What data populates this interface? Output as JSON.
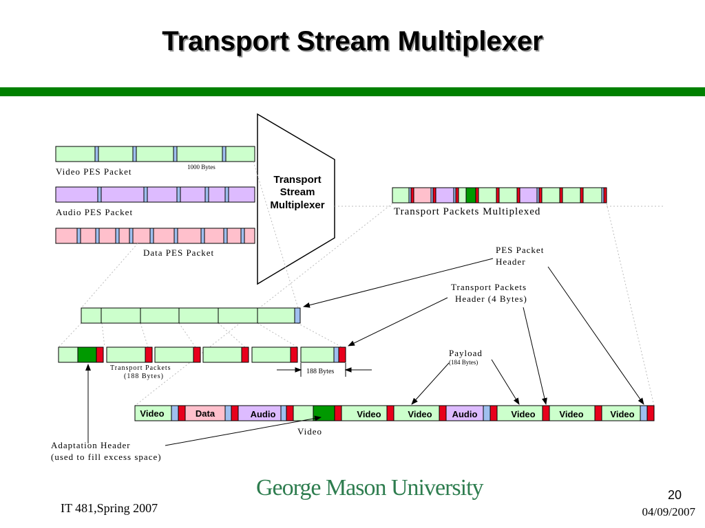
{
  "slide": {
    "title": "Transport Stream Multiplexer",
    "footer_course": "IT 481,Spring 2007",
    "footer_logo": "George Mason University",
    "page_number": "20",
    "date": "04/09/2007"
  },
  "colors": {
    "accent_rule": "#008000",
    "video": "#ccffcc",
    "audio": "#ddbbff",
    "data": "#ffc0cc",
    "header_blue": "#9fbfef",
    "header_red": "#e8001c",
    "adaptation_green": "#009900"
  },
  "labels": {
    "video_pes": "Video PES Packet",
    "bytes_1000": "1000 Bytes",
    "audio_pes": "Audio PES Packet",
    "data_pes": "Data PES Packet",
    "mux_line1": "Transport",
    "mux_line2": "Stream",
    "mux_line3": "Multiplexer",
    "tp_multiplexed": "Transport Packets Multiplexed",
    "pes_header_1": "PES Packet",
    "pes_header_2": "Header",
    "tp_header_1": "Transport Packets",
    "tp_header_2": "Header (4 Bytes)",
    "payload_1": "Payload",
    "payload_2": "(184 Bytes)",
    "tp_188_1": "Transport Packets",
    "tp_188_2": "(188 Bytes)",
    "bytes_188": "188 Bytes",
    "video_below": "Video",
    "adapt_1": "Adaptation Header",
    "adapt_2": "(used to fill excess space)"
  },
  "stream_segments": [
    "Video",
    "Data",
    "Audio",
    "Video",
    "Video",
    "Audio",
    "Video",
    "Video",
    "Video"
  ]
}
